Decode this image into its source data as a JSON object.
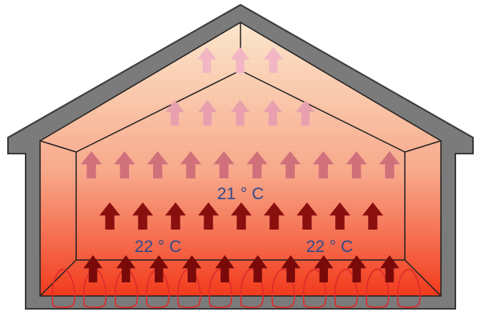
{
  "diagram": {
    "colors": {
      "wall": "#7b7b7b",
      "wall_edge": "#3a3a3a",
      "warm_floor": "#f23a1c",
      "mid_room": "#f8a88a",
      "cool_ceiling": "#fbe6cc",
      "arrow_floor": "#7a0a0a",
      "arrow_low": "#8a0f0f",
      "arrow_mid": "#d0707a",
      "arrow_high": "#e8a0ae",
      "arrow_top": "#f2b6c4",
      "heating_coil": "#e02a2a",
      "label_text": "#2f4a8c"
    },
    "labels": {
      "upper_center": "21 ° C",
      "lower_left": "22 ° C",
      "lower_right": "22 ° C"
    },
    "arrow_rows": [
      {
        "name": "floor",
        "count": 10,
        "heat_level": "hottest"
      },
      {
        "name": "lower",
        "count": 9,
        "heat_level": "hot"
      },
      {
        "name": "middle",
        "count": 10,
        "heat_level": "warm"
      },
      {
        "name": "upper",
        "count": 5,
        "heat_level": "mild"
      },
      {
        "name": "attic",
        "count": 3,
        "heat_level": "cool"
      }
    ],
    "heating_coil_loops": 12
  }
}
